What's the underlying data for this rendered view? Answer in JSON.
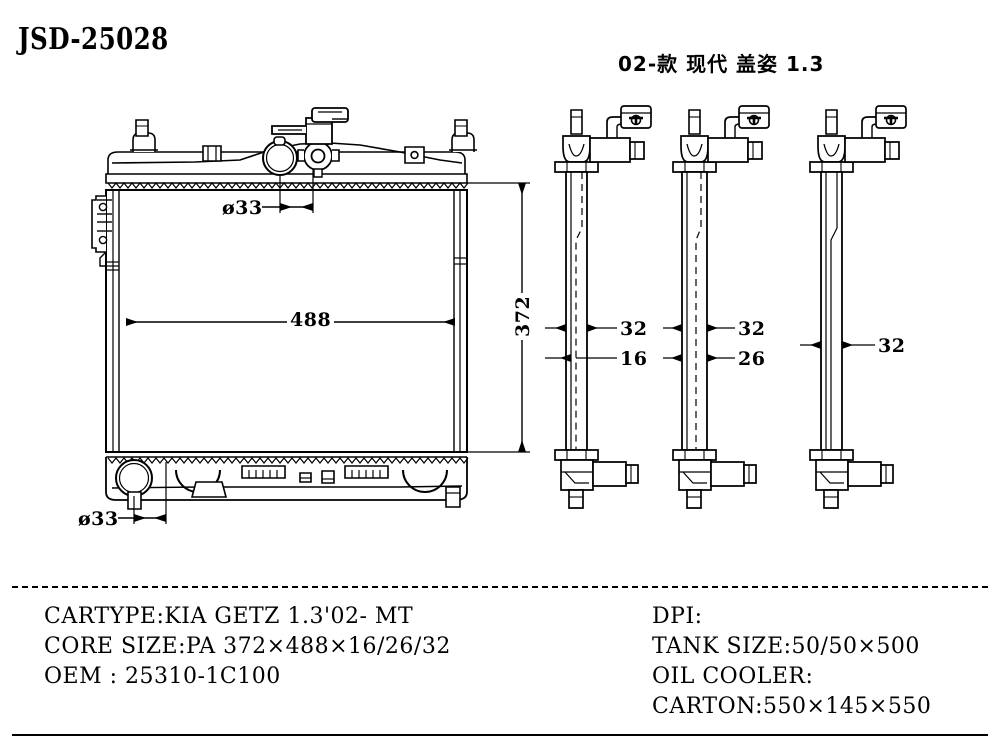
{
  "drawing": {
    "part_number": "JSD-25028",
    "model_title": "02-款 现代 盖姿 1.3",
    "line_color": "#000000",
    "background": "#ffffff"
  },
  "front_view": {
    "name": "radiator-front-view",
    "dimensions": {
      "inlet_diameter_top": "ø33",
      "outlet_diameter_bottom": "ø33",
      "core_width": "488",
      "core_height": "372"
    }
  },
  "side_views": [
    {
      "label": "side-view-1",
      "thickness_upper": "32",
      "thickness_lower": "16"
    },
    {
      "label": "side-view-2",
      "thickness_upper": "32",
      "thickness_lower": "26"
    },
    {
      "label": "side-view-3",
      "thickness_upper": "32",
      "thickness_lower": ""
    }
  ],
  "spec_table": {
    "left_column": [
      "CARTYPE:KIA GETZ 1.3'02- MT",
      "CORE SIZE:PA 372×488×16/26/32",
      "OEM : 25310-1C100"
    ],
    "right_column": [
      "DPI:",
      "TANK SIZE:50/50×500",
      "OIL COOLER:",
      "CARTON:550×145×550"
    ]
  }
}
